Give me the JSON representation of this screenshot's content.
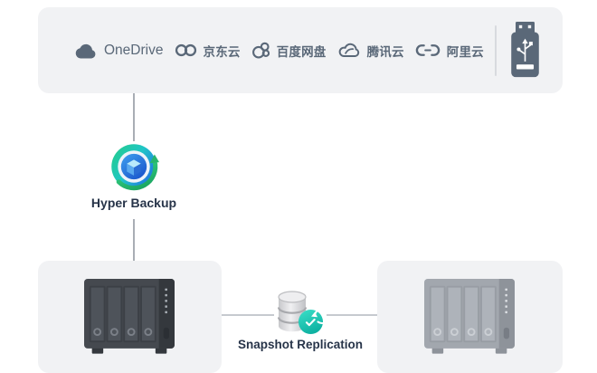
{
  "colors": {
    "canvas_bg": "#ffffff",
    "card_bg": "#f1f2f4",
    "logo_slate": "#5a6878",
    "divider": "#d8dade",
    "connector_v": "#a9aeb5",
    "connector_h": "#c6cacf",
    "label_text": "#273449",
    "hyper_backup_green": "#24cb8e",
    "hyper_backup_blue": "#2166e8",
    "snapshot_teal": "#17c2ae",
    "nas_dark_body": "#45494f",
    "nas_light_body": "#a2a7ae"
  },
  "top_card": {
    "providers": [
      {
        "label": "OneDrive",
        "icon": "onedrive-cloud-icon"
      },
      {
        "label": "京东云",
        "icon": "jd-cloud-icon"
      },
      {
        "label": "百度网盘",
        "icon": "baidu-netdisk-icon"
      },
      {
        "label": "腾讯云",
        "icon": "tencent-cloud-icon"
      },
      {
        "label": "阿里云",
        "icon": "alibaba-cloud-icon"
      }
    ],
    "usb_icon": "usb-drive-icon"
  },
  "hyper_backup": {
    "label": "Hyper Backup"
  },
  "snapshot_replication": {
    "label": "Snapshot Replication"
  },
  "devices": {
    "left_nas_icon": "dark-4bay-nas-icon",
    "right_nas_icon": "light-4bay-nas-icon"
  }
}
